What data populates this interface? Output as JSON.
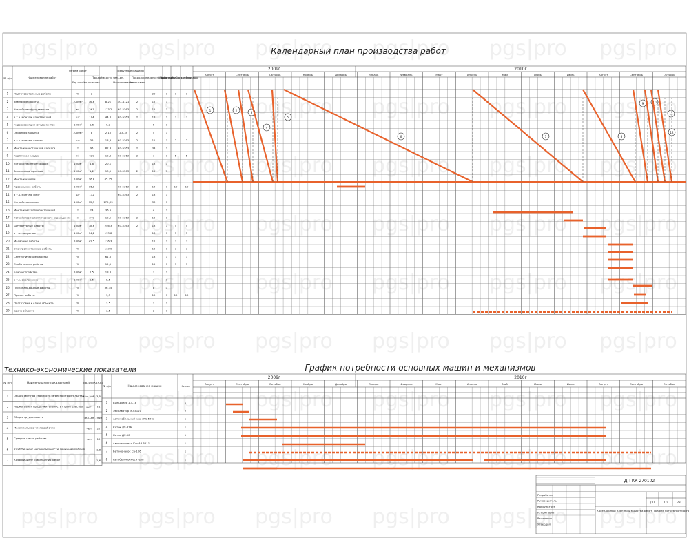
{
  "watermark": "pgs|pro",
  "calendar": {
    "title": "Календарный план производства работ",
    "years": [
      "2009г",
      "2010г"
    ],
    "header": {
      "n": "№ п/п",
      "name": "Наименование работ",
      "volume": "Объём работ",
      "unit": "Ед. изм.",
      "qty": "Количество",
      "labor": "Трудоёмкость чел.-дн.",
      "machines": "Требуемые машины",
      "mach_name": "Наименование",
      "mach_shifts": "Число смен",
      "duration": "Продолжительность работ, дни",
      "shifts": "Число смен",
      "workers": "Числ. рабочих в смену",
      "crew": "Состав бригады"
    },
    "months_2009": [
      "Август",
      "Сентябрь",
      "Октябрь",
      "Ноябрь",
      "Декабрь"
    ],
    "months_2010": [
      "Январь",
      "Февраль",
      "Март",
      "Апрель",
      "Май",
      "Июнь",
      "Июль",
      "Август",
      "Сентябрь",
      "Октябрь"
    ],
    "rows": [
      {
        "n": "1",
        "name": "Подготовительные работы",
        "unit": "%",
        "qty": "2",
        "labor": "",
        "mach": "",
        "msh": "",
        "dur": "20",
        "sh": "1",
        "wk": "1",
        "cr": "1"
      },
      {
        "n": "2",
        "name": "Земляные работы",
        "unit": "1000м³",
        "qty": "16,6",
        "labor": "8,21",
        "mach": "ЭО-4121",
        "msh": "2",
        "dur": "12",
        "sh": "1",
        "wk": "",
        "cr": ""
      },
      {
        "n": "3",
        "name": "Устройство фундаментов",
        "unit": "м³",
        "qty": "261",
        "labor": "113,2",
        "mach": "КС-5363",
        "msh": "2",
        "dur": "15",
        "sh": "1",
        "wk": "",
        "cr": ""
      },
      {
        "n": "4",
        "name": "в т.ч. монтаж конструкций",
        "unit": "шт",
        "qty": "104",
        "labor": "44,6",
        "mach": "КС-5363",
        "msh": "2",
        "dur": "18",
        "sh": "1",
        "wk": "3",
        "cr": "3"
      },
      {
        "n": "5",
        "name": "Гидроизоляция фундаментов",
        "unit": "100м²",
        "qty": "1,6",
        "labor": "6,2",
        "mach": "",
        "msh": "",
        "dur": "6",
        "sh": "1",
        "wk": "",
        "cr": ""
      },
      {
        "n": "6",
        "name": "Обратная засыпка",
        "unit": "1000м³",
        "qty": "8",
        "labor": "2,10",
        "mach": "ДЗ-18",
        "msh": "2",
        "dur": "5",
        "sh": "1",
        "wk": "",
        "cr": ""
      },
      {
        "n": "7",
        "name": "в т.ч. монтаж колонн",
        "unit": "шт",
        "qty": "36",
        "labor": "18,3",
        "mach": "КС-5363",
        "msh": "2",
        "dur": "11",
        "sh": "1",
        "wk": "2",
        "cr": "2"
      },
      {
        "n": "8",
        "name": "Монтаж конструкций каркаса",
        "unit": "т",
        "qty": "96",
        "labor": "82,3",
        "mach": "КС-5363",
        "msh": "2",
        "dur": "33",
        "sh": "1",
        "wk": "",
        "cr": ""
      },
      {
        "n": "9",
        "name": "Кирпичная кладка",
        "unit": "м³",
        "qty": "620",
        "labor": "12,6",
        "mach": "КС-5363",
        "msh": "2",
        "dur": "7",
        "sh": "1",
        "wk": "5",
        "cr": "5"
      },
      {
        "n": "10",
        "name": "Устройство перегородок",
        "unit": "100м²",
        "qty": "4,8",
        "labor": "20,1",
        "mach": "",
        "msh": "",
        "dur": "13",
        "sh": "1",
        "wk": "",
        "cr": ""
      },
      {
        "n": "11",
        "name": "Заполнение проемов",
        "unit": "100м²",
        "qty": "1,2",
        "labor": "13,9",
        "mach": "КС-5363",
        "msh": "2",
        "dur": "15",
        "sh": "1",
        "wk": "",
        "cr": ""
      },
      {
        "n": "12",
        "name": "Монтаж кровли",
        "unit": "100м²",
        "qty": "16,8",
        "labor": "65,35",
        "mach": "",
        "msh": "",
        "dur": "",
        "sh": "",
        "wk": "",
        "cr": ""
      },
      {
        "n": "13",
        "name": "Кровельные работы",
        "unit": "100м²",
        "qty": "16,8",
        "labor": "",
        "mach": "КС-5363",
        "msh": "2",
        "dur": "13",
        "sh": "1",
        "wk": "10",
        "cr": "10"
      },
      {
        "n": "14",
        "name": "в т.ч. монтаж плит",
        "unit": "шт",
        "qty": "112",
        "labor": "",
        "mach": "КС-5363",
        "msh": "2",
        "dur": "13",
        "sh": "1",
        "wk": "",
        "cr": ""
      },
      {
        "n": "15",
        "name": "Устройство полов",
        "unit": "100м²",
        "qty": "12,5",
        "labor": "175,33",
        "mach": "",
        "msh": "",
        "dur": "33",
        "sh": "1",
        "wk": "",
        "cr": ""
      },
      {
        "n": "16",
        "name": "Монтаж металлоконструкций",
        "unit": "т",
        "qty": "24",
        "labor": "36,5",
        "mach": "",
        "msh": "",
        "dur": "4",
        "sh": "1",
        "wk": "",
        "cr": ""
      },
      {
        "n": "17",
        "name": "Устройство металлического ограждения",
        "unit": "м",
        "qty": "240",
        "labor": "12,5",
        "mach": "КС-5363",
        "msh": "2",
        "dur": "15",
        "sh": "1",
        "wk": "",
        "cr": ""
      },
      {
        "n": "18",
        "name": "Штукатурные работы",
        "unit": "100м²",
        "qty": "38,6",
        "labor": "246,3",
        "mach": "КС-5363",
        "msh": "2",
        "dur": "13",
        "sh": "1",
        "wk": "5",
        "cr": "5"
      },
      {
        "n": "19",
        "name": "в т.ч. наружные",
        "unit": "100м²",
        "qty": "14,2",
        "labor": "113,8",
        "mach": "",
        "msh": "",
        "dur": "13",
        "sh": "1",
        "wk": "5",
        "cr": "5"
      },
      {
        "n": "20",
        "name": "Малярные работы",
        "unit": "100м²",
        "qty": "42,5",
        "labor": "116,3",
        "mach": "",
        "msh": "",
        "dur": "11",
        "sh": "1",
        "wk": "3",
        "cr": "3"
      },
      {
        "n": "21",
        "name": "Электромонтажные работы",
        "unit": "%",
        "qty": "",
        "labor": "113,0",
        "mach": "",
        "msh": "",
        "dur": "15",
        "sh": "1",
        "wk": "3",
        "cr": "3"
      },
      {
        "n": "22",
        "name": "Сантехнические работы",
        "unit": "%",
        "qty": "",
        "labor": "61,5",
        "mach": "",
        "msh": "",
        "dur": "13",
        "sh": "1",
        "wk": "3",
        "cr": "3"
      },
      {
        "n": "23",
        "name": "Слаботочные работы",
        "unit": "%",
        "qty": "",
        "labor": "12,9",
        "mach": "",
        "msh": "",
        "dur": "15",
        "sh": "1",
        "wk": "3",
        "cr": "3"
      },
      {
        "n": "24",
        "name": "Благоустройство",
        "unit": "100м²",
        "qty": "2,5",
        "labor": "18,6",
        "mach": "",
        "msh": "",
        "dur": "7",
        "sh": "1",
        "wk": "",
        "cr": ""
      },
      {
        "n": "25",
        "name": "в т.ч. озеленение",
        "unit": "100м²",
        "qty": "1,5",
        "labor": "8,5",
        "mach": "",
        "msh": "",
        "dur": "4",
        "sh": "1",
        "wk": "",
        "cr": ""
      },
      {
        "n": "26",
        "name": "Пусконаладочные работы",
        "unit": "%",
        "qty": "",
        "labor": "36,35",
        "mach": "",
        "msh": "",
        "dur": "8",
        "sh": "1",
        "wk": "",
        "cr": ""
      },
      {
        "n": "27",
        "name": "Прочие работы",
        "unit": "%",
        "qty": "",
        "labor": "3,5",
        "mach": "",
        "msh": "",
        "dur": "10",
        "sh": "1",
        "wk": "10",
        "cr": "10"
      },
      {
        "n": "28",
        "name": "Подготовка к сдаче объекта",
        "unit": "%",
        "qty": "",
        "labor": "3,5",
        "mach": "",
        "msh": "",
        "dur": "3",
        "sh": "1",
        "wk": "",
        "cr": ""
      },
      {
        "n": "29",
        "name": "Сдача объекта",
        "unit": "%",
        "qty": "",
        "labor": "3,5",
        "mach": "",
        "msh": "",
        "dur": "2",
        "sh": "1",
        "wk": "",
        "cr": ""
      }
    ],
    "flow_labels": [
      "1",
      "2",
      "3",
      "4",
      "5",
      "6",
      "7",
      "8",
      "9",
      "10",
      "11",
      "12"
    ]
  },
  "teps": {
    "title": "Технико-экономические показатели",
    "header": {
      "n": "№ п/п",
      "name": "Наименование показателей",
      "unit": "Ед. изм.",
      "value": "Кол-во"
    },
    "rows": [
      {
        "n": "1",
        "name": "Общая сметная стоимость объекта строительства",
        "unit": "тыс. руб",
        "value": "3,5"
      },
      {
        "n": "2",
        "name": "Нормативная продолжительность строительства",
        "unit": "мес",
        "value": "15"
      },
      {
        "n": "3",
        "name": "Общая трудоемкость",
        "unit": "чел.-дн",
        "value": "1940"
      },
      {
        "n": "4",
        "name": "Максимальное число рабочих",
        "unit": "чел",
        "value": "22"
      },
      {
        "n": "5",
        "name": "Среднее число рабочих",
        "unit": "чел",
        "value": "10"
      },
      {
        "n": "6",
        "name": "Коэффициент неравномерности движения рабочих",
        "unit": "",
        "value": "1,8"
      },
      {
        "n": "7",
        "name": "Коэффициент совмещения работ",
        "unit": "",
        "value": "1,6"
      }
    ]
  },
  "machines": {
    "title": "График потребности основных машин и механизмов",
    "header": {
      "n": "№ п/п",
      "name": "Наименование машин",
      "qty": "Кол-во"
    },
    "rows": [
      {
        "n": "1",
        "name": "Бульдозер ДЗ-18",
        "qty": "1"
      },
      {
        "n": "2",
        "name": "Экскаватор ЭО-4121",
        "qty": "2"
      },
      {
        "n": "3",
        "name": "Автомобильный кран КС-5363",
        "qty": "1"
      },
      {
        "n": "4",
        "name": "Каток ДУ-31А",
        "qty": "1"
      },
      {
        "n": "5",
        "name": "Каток ДУ-50",
        "qty": "1"
      },
      {
        "n": "6",
        "name": "Автосамосвал КамАЗ-5511",
        "qty": "1"
      },
      {
        "n": "7",
        "name": "Бетононасос СБ-126",
        "qty": "1"
      },
      {
        "n": "8",
        "name": "Автобетоносмеситель",
        "qty": "1"
      }
    ]
  },
  "stamp": {
    "code": "ДП КК 270102",
    "stage": "ДП",
    "sheet": "10",
    "sheets": "23",
    "description": "Календарный план производства работ. График потребности основных машин и механизмов. ТЭП",
    "roles": [
      "Разработал",
      "Руководитель",
      "Консультант",
      "Н. контроль",
      "Рецензент",
      "Утвердил"
    ]
  },
  "colors": {
    "accent": "#e8622c",
    "line": "#444444",
    "paper": "#ffffff"
  }
}
